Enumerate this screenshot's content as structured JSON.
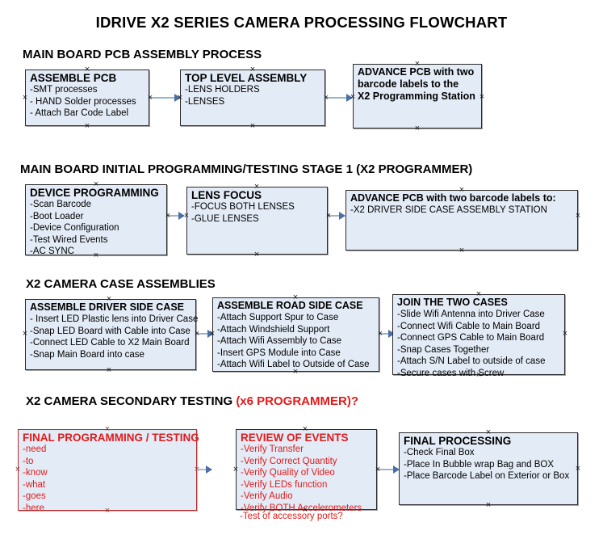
{
  "document": {
    "title": "IDRIVE X2  SERIES CAMERA PROCESSING FLOWCHART"
  },
  "colors": {
    "box_fill": "#e3ebf6",
    "box_border": "#2b2b2b",
    "connector": "#9db4d0",
    "arrow_head": "#4a6fa5",
    "red_accent": "#e01b1b",
    "text": "#000000"
  },
  "sections": [
    {
      "id": "main-board-pcb-assembly-process",
      "header": "MAIN BOARD PCB ASSEMBLY PROCESS",
      "header_red": "",
      "boxes": [
        {
          "id": "assemble-pcb",
          "heading": "ASSEMBLE PCB",
          "lines": [
            "-SMT processes",
            "- HAND Solder processes",
            "- Attach Bar Code Label"
          ]
        },
        {
          "id": "top-level-assembly",
          "heading": "TOP LEVEL ASSEMBLY",
          "lines": [
            "-LENS HOLDERS",
            "-LENSES"
          ]
        },
        {
          "id": "advance-pcb-programming-station",
          "heading": "ADVANCE PCB with two",
          "heading2": "barcode labels to the",
          "heading3": " X2 Programming Station",
          "lines": []
        }
      ]
    },
    {
      "id": "main-board-initial-programming",
      "header": "MAIN BOARD INITIAL PROGRAMMING/TESTING STAGE 1 (X2 PROGRAMMER)",
      "header_red": "",
      "boxes": [
        {
          "id": "device-programming",
          "heading": "DEVICE PROGRAMMING",
          "lines": [
            "-Scan Barcode",
            "-Boot Loader",
            "-Device Configuration",
            "-Test Wired Events",
            "-AC SYNC"
          ]
        },
        {
          "id": "lens-focus",
          "heading": "LENS FOCUS",
          "lines": [
            "-FOCUS BOTH LENSES",
            "-GLUE LENSES"
          ]
        },
        {
          "id": "advance-pcb-driver-side-case",
          "heading": "ADVANCE PCB with two barcode labels to:",
          "lines": [
            "-X2 DRIVER  SIDE  CASE  ASSEMBLY STATION"
          ]
        }
      ]
    },
    {
      "id": "x2-camera-case-assemblies",
      "header": "X2 CAMERA CASE ASSEMBLIES",
      "header_red": "",
      "boxes": [
        {
          "id": "assemble-driver-side-case",
          "heading": "ASSEMBLE DRIVER SIDE CASE",
          "lines": [
            "- Insert LED Plastic lens into Driver Case",
            "-Snap LED Board with Cable into Case",
            "-Connect LED Cable to X2 Main Board",
            "-Snap Main Board into case"
          ]
        },
        {
          "id": "assemble-road-side-case",
          "heading": "ASSEMBLE ROAD SIDE CASE",
          "lines": [
            "-Attach Support Spur to Case",
            "-Attach Windshield Support",
            "-Attach Wifi Assembly to Case",
            "-Insert GPS Module into Case",
            "-Attach Wifi Label to Outside of Case"
          ]
        },
        {
          "id": "join-the-two-cases",
          "heading": "JOIN THE TWO CASES",
          "lines": [
            "-Slide Wifi Antenna into Driver Case",
            "-Connect Wifi Cable to Main Board",
            "-Connect GPS Cable to Main Board",
            "-Snap Cases Together",
            "-Attach S/N Label to outside of case",
            "-Secure cases with Screw"
          ]
        }
      ]
    },
    {
      "id": "x2-camera-secondary-testing",
      "header": "X2 CAMERA SECONDARY TESTING ",
      "header_red": "(x6 PROGRAMMER)?",
      "boxes": [
        {
          "id": "final-programming-testing",
          "heading": "FINAL PROGRAMMING / TESTING",
          "lines": [
            "-need",
            "-to",
            "-know",
            "-what",
            "-goes",
            "-here"
          ]
        },
        {
          "id": "review-of-events",
          "heading": "REVIEW OF EVENTS",
          "lines": [
            "-Verify Transfer",
            "-Verify Correct Quantity",
            "-Verify Quality of Video",
            "-Verify LEDs function",
            "-Verify Audio",
            "-Verify BOTH Accelerometers"
          ],
          "overflow_line": "-Test of accessory ports?"
        },
        {
          "id": "final-processing",
          "heading": "FINAL PROCESSING",
          "lines": [
            "-Check Final Box",
            "-Place In Bubble wrap Bag and BOX",
            "-Place Barcode Label on Exterior or Box"
          ]
        }
      ]
    }
  ]
}
